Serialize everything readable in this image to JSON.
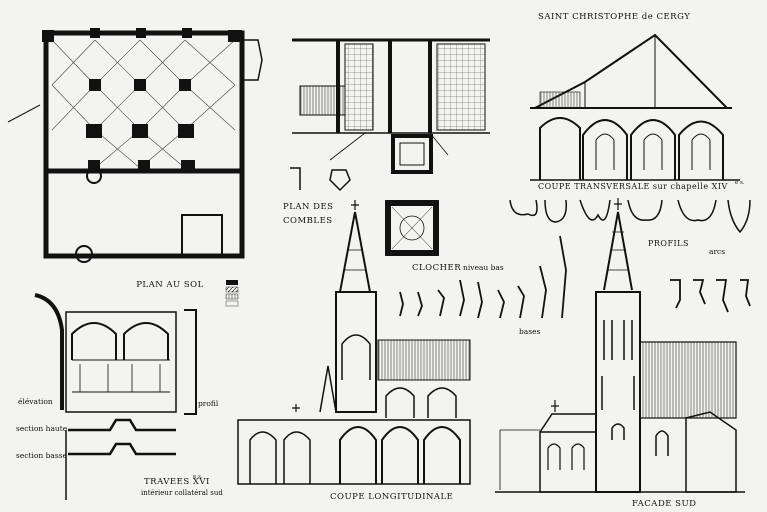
{
  "sheet": {
    "title": "SAINT CHRISTOPHE de CERGY",
    "plan_au_sol": "PLAN AU SOL",
    "plan_des_combles_1": "PLAN DES",
    "plan_des_combles_2": "COMBLES",
    "clocher": "CLOCHER",
    "clocher_sub": "niveau bas",
    "coupe_transversale": "COUPE TRANSVERSALE sur chapelle XIV",
    "coupe_transversale_sup": "e s.",
    "profils": "PROFILS",
    "arcs": "arcs",
    "bases": "bases",
    "travees": "TRAVEES XVI",
    "travees_sup": "e s.",
    "travees_sub": "intérieur collatéral sud",
    "elevation": "élévation",
    "section_haute": "section haute",
    "section_basse": "section basse",
    "profil": "profil",
    "coupe_longitudinale": "COUPE LONGITUDINALE",
    "facade_sud": "FACADE SUD"
  },
  "colors": {
    "ink": "#141414",
    "paper": "#f3f3f1",
    "hatch": "#555555"
  }
}
